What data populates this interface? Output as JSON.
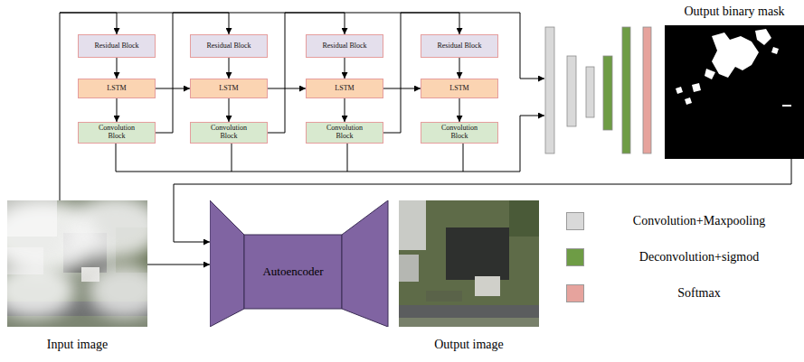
{
  "diagram": {
    "nodes": [
      {
        "text": [
          "Residual Block"
        ]
      },
      {
        "text": [
          "Residual Block"
        ]
      },
      {
        "text": [
          "Residual Block"
        ]
      },
      {
        "text": [
          "Residual Block"
        ]
      },
      {
        "text": [
          "LSTM"
        ]
      },
      {
        "text": [
          "LSTM"
        ]
      },
      {
        "text": [
          "LSTM"
        ]
      },
      {
        "text": [
          "LSTM"
        ]
      },
      {
        "text": [
          "Convolution Block"
        ]
      },
      {
        "text": [
          "Convolution Block"
        ]
      },
      {
        "text": [
          "Convolution Block"
        ]
      },
      {
        "text": [
          "Convolution Block"
        ]
      },
      {
        "text": [
          "Output binary mask"
        ]
      },
      {
        "text": [
          "Input image"
        ]
      },
      {
        "text": [
          "Autoencoder"
        ]
      },
      {
        "text": [
          "Output image"
        ]
      }
    ],
    "edges": [
      {
        "from": 0,
        "to": 4,
        "arrow": "to"
      },
      {
        "from": 4,
        "to": 8,
        "arrow": "to"
      },
      {
        "from": 4,
        "to": 5,
        "arrow": "to"
      },
      {
        "from": 1,
        "to": 5,
        "arrow": "to"
      },
      {
        "from": 5,
        "to": 9,
        "arrow": "to"
      },
      {
        "from": 5,
        "to": 6,
        "arrow": "to"
      },
      {
        "from": 2,
        "to": 6,
        "arrow": "to"
      },
      {
        "from": 6,
        "to": 10,
        "arrow": "to"
      },
      {
        "from": 6,
        "to": 7,
        "arrow": "to"
      },
      {
        "from": 3,
        "to": 7,
        "arrow": "to"
      },
      {
        "from": 7,
        "to": 11,
        "arrow": "to"
      },
      {
        "from": 13,
        "to": 0,
        "arrow": "to"
      },
      {
        "from": 8,
        "to": 1,
        "arrow": "to"
      },
      {
        "from": 9,
        "to": 2,
        "arrow": "to"
      },
      {
        "from": 10,
        "to": 3,
        "arrow": "to"
      },
      {
        "from": 13,
        "to": 14,
        "arrow": "to"
      },
      {
        "from": 12,
        "to": 14,
        "arrow": "to"
      }
    ],
    "legend": [
      {
        "text": "Convolution+Maxpooling",
        "color": "#d9d9d9"
      },
      {
        "text": "Deconvolution+sigmod",
        "color": "#6e9c45"
      },
      {
        "text": "Softmax",
        "color": "#e6a39d"
      }
    ]
  }
}
